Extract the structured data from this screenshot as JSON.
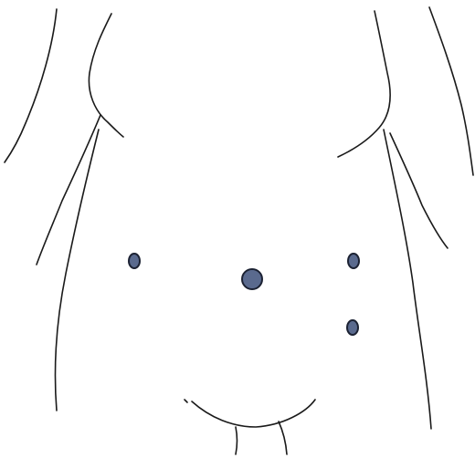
{
  "figure": {
    "subject": "abdomen-front-view-line-drawing",
    "outline_color": "#1a1a1a",
    "port_fill_color": "#5a6a8e",
    "port_stroke_color": "#1c2233"
  },
  "ports": [
    {
      "name": "port-left-upper",
      "size": "small"
    },
    {
      "name": "port-umbilical",
      "size": "large"
    },
    {
      "name": "port-right-upper",
      "size": "small"
    },
    {
      "name": "port-right-lower",
      "size": "small"
    }
  ]
}
